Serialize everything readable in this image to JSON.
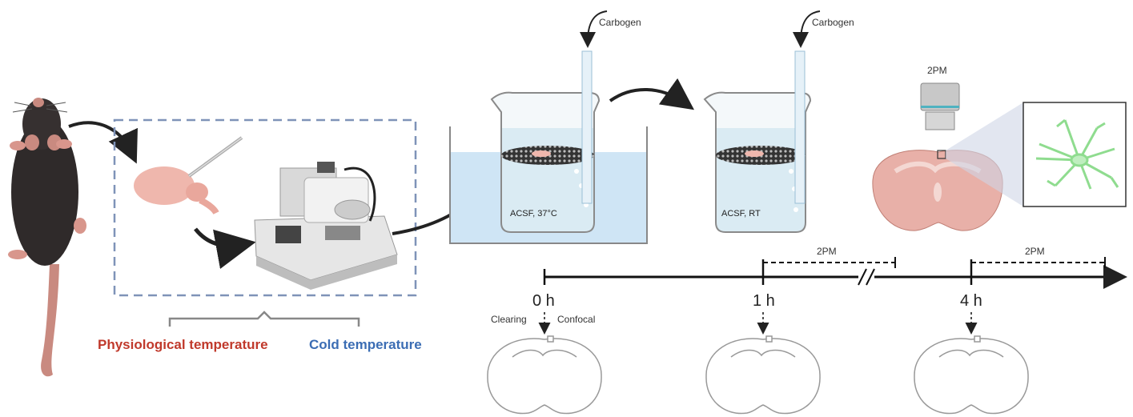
{
  "labels": {
    "carbogen_1": "Carbogen",
    "carbogen_2": "Carbogen",
    "acsf_warm": "ACSF, 37°C",
    "acsf_rt": "ACSF, RT",
    "objective": "2PM",
    "imaging_window_1": "2PM",
    "imaging_window_2": "2PM",
    "physiological": "Physiological temperature",
    "cold": "Cold temperature",
    "clearing": "Clearing",
    "confocal": "Confocal"
  },
  "timeline": {
    "ticks": [
      "0 h",
      "1 h",
      "4 h"
    ]
  },
  "colors": {
    "physiological": "#c0392b",
    "cold": "#3b6db4",
    "water": "#bfe3f2",
    "bath": "#cfe5f5",
    "neuron": "#8fdc8f",
    "dash_box": "#7f93b8"
  }
}
